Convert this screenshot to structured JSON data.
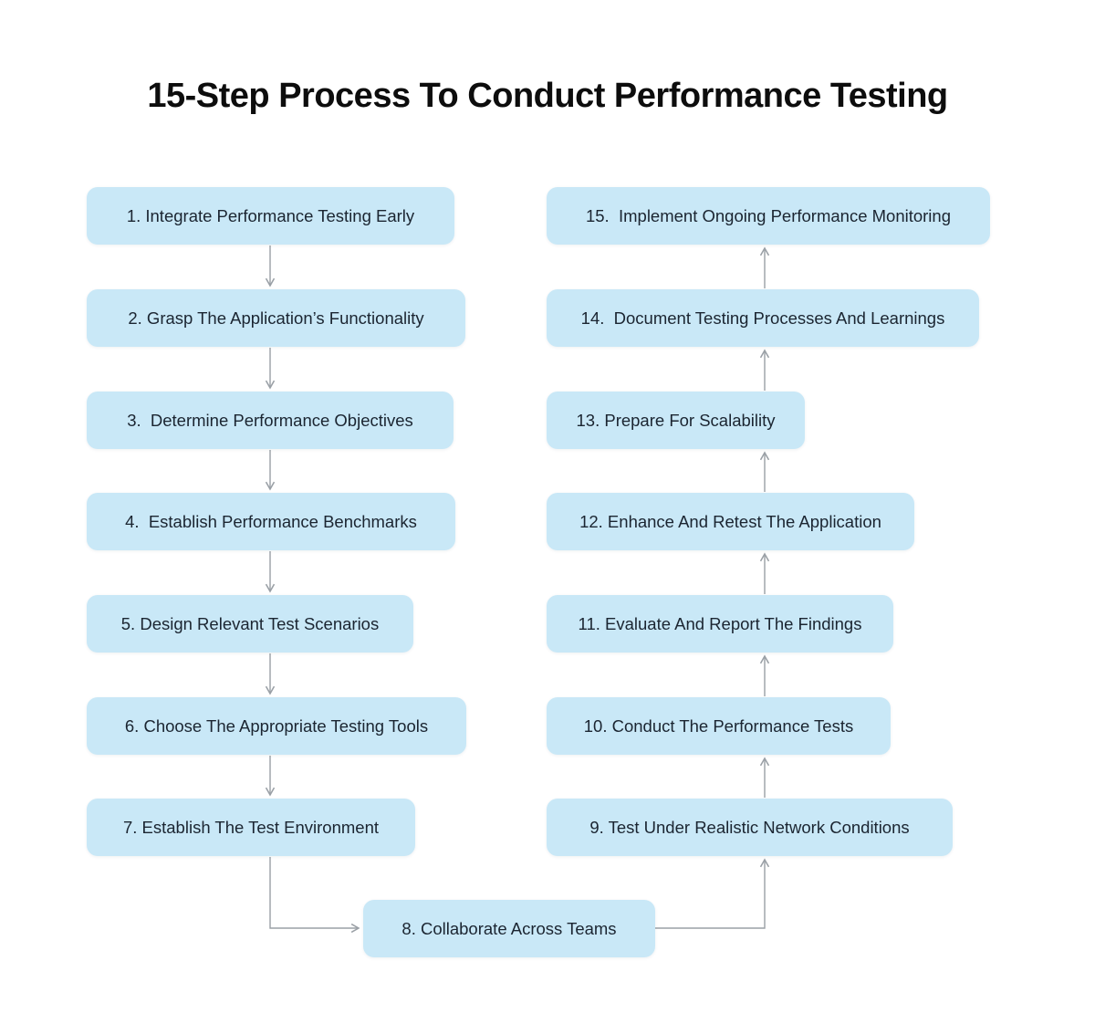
{
  "title": "15-Step Process To Conduct Performance Testing",
  "colors": {
    "background": "#ffffff",
    "box_fill": "#c9e8f7",
    "box_text": "#1b2531",
    "arrow": "#9aa0a6",
    "title_text": "#0d0d0d"
  },
  "steps": [
    {
      "label": "1. Integrate Performance Testing Early"
    },
    {
      "label": "2. Grasp The Application’s Functionality"
    },
    {
      "label": "3.  Determine Performance Objectives"
    },
    {
      "label": "4.  Establish Performance Benchmarks"
    },
    {
      "label": "5. Design Relevant Test Scenarios"
    },
    {
      "label": "6. Choose The Appropriate Testing Tools"
    },
    {
      "label": "7. Establish The Test Environment"
    },
    {
      "label": "8. Collaborate Across Teams"
    },
    {
      "label": "9. Test Under Realistic Network Conditions"
    },
    {
      "label": "10. Conduct The Performance Tests"
    },
    {
      "label": "11. Evaluate And Report The Findings"
    },
    {
      "label": "12. Enhance And Retest The Application"
    },
    {
      "label": "13. Prepare For Scalability"
    },
    {
      "label": "14.  Document Testing Processes And Learnings"
    },
    {
      "label": "15.  Implement Ongoing Performance Monitoring"
    }
  ]
}
